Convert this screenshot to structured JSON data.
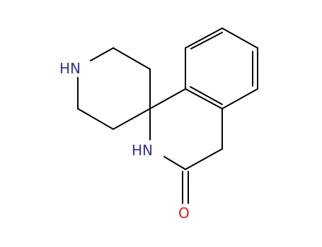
{
  "molecule": {
    "atoms": {
      "piperidine_nitrogen": "HN",
      "lactam_nitrogen": "HN",
      "carbonyl_oxygen": "O"
    },
    "colors": {
      "bond": "#000000",
      "nitrogen": "#3333aa",
      "oxygen": "#e8191c"
    }
  }
}
